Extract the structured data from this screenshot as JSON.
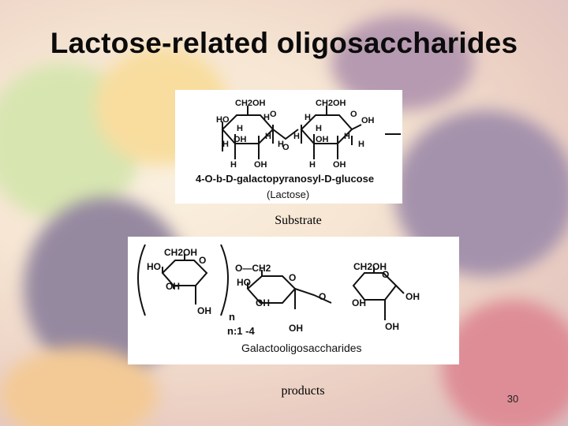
{
  "slide": {
    "title": "Lactose-related oligosaccharides",
    "number": "30"
  },
  "substrate": {
    "caption": "Substrate",
    "name": "4-O-b-D-galactopyranosyl-D-glucose",
    "common_name": "(Lactose)",
    "labels": {
      "ch2oh_1": "CH2OH",
      "ch2oh_2": "CH2OH",
      "ho": "HO",
      "o_ring_1": "O",
      "o_ring_2": "O",
      "o_bridge": "O",
      "oh_anomeric": "OH",
      "h1": "H",
      "h2": "H",
      "h3": "H",
      "h4": "H",
      "h5": "H",
      "h6": "H",
      "h7": "H",
      "h8": "H",
      "h9": "H",
      "h10": "H",
      "h11": "H",
      "h12": "H",
      "oh1": "OH",
      "oh2": "OH",
      "oh3": "OH",
      "oh4": "OH"
    }
  },
  "products": {
    "caption": "products",
    "name": "Galactooligosaccharides",
    "repeat_n": "n",
    "repeat_range": "n:1 -4",
    "labels": {
      "ch2oh_1": "CH2OH",
      "o_ch2": "O—CH2",
      "ch2oh_3": "CH2OH",
      "ho_1": "HO",
      "ho_2": "HO",
      "o_ring_1": "O",
      "o_ring_2": "O",
      "o_ring_3": "O",
      "o_bridge": "O",
      "oh_1": "OH",
      "oh_2": "OH",
      "oh_3": "OH",
      "oh_4": "OH",
      "oh_5": "OH",
      "oh_6": "OH",
      "oh_7": "OH"
    }
  },
  "background": {
    "colors": [
      "#b7d27a",
      "#f3c35a",
      "#3f2a5c",
      "#5a3a72",
      "#c3324a",
      "#e9a04a",
      "#7b4a7a"
    ]
  }
}
